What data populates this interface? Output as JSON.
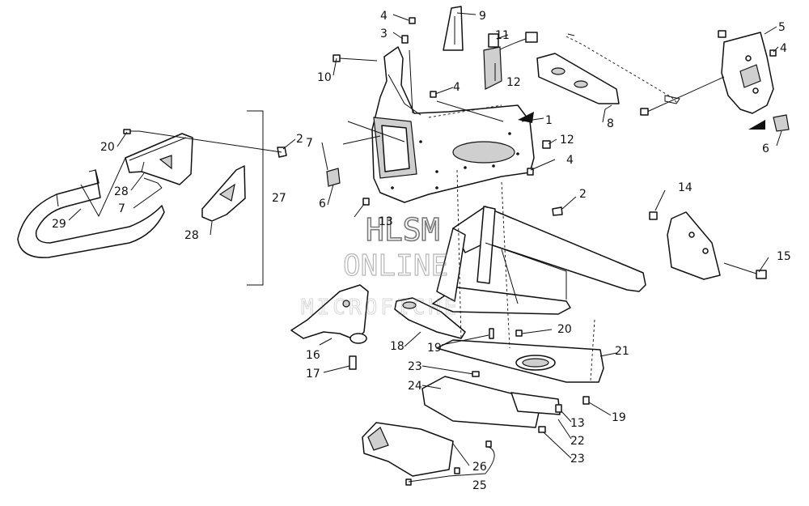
{
  "watermark": {
    "line1": "HLSM",
    "line2": "ONLINE",
    "line3": "MICROFICHE"
  },
  "callouts": {
    "c1": "1",
    "c2a": "2",
    "c2b": "2",
    "c3": "3",
    "c4a": "4",
    "c4b": "4",
    "c4c": "4",
    "c4d": "4",
    "c5": "5",
    "c6a": "6",
    "c6b": "6",
    "c7a": "7",
    "c7b": "7",
    "c8": "8",
    "c9": "9",
    "c10": "10",
    "c11": "11",
    "c12a": "12",
    "c12b": "12",
    "c13a": "13",
    "c13b": "13",
    "c14": "14",
    "c15": "15",
    "c16": "16",
    "c17": "17",
    "c18": "18",
    "c19a": "19",
    "c19b": "19",
    "c20a": "20",
    "c20b": "20",
    "c21": "21",
    "c22": "22",
    "c23a": "23",
    "c23b": "23",
    "c24": "24",
    "c25": "25",
    "c26": "26",
    "c27": "27",
    "c28a": "28",
    "c28b": "28",
    "c29": "29"
  }
}
